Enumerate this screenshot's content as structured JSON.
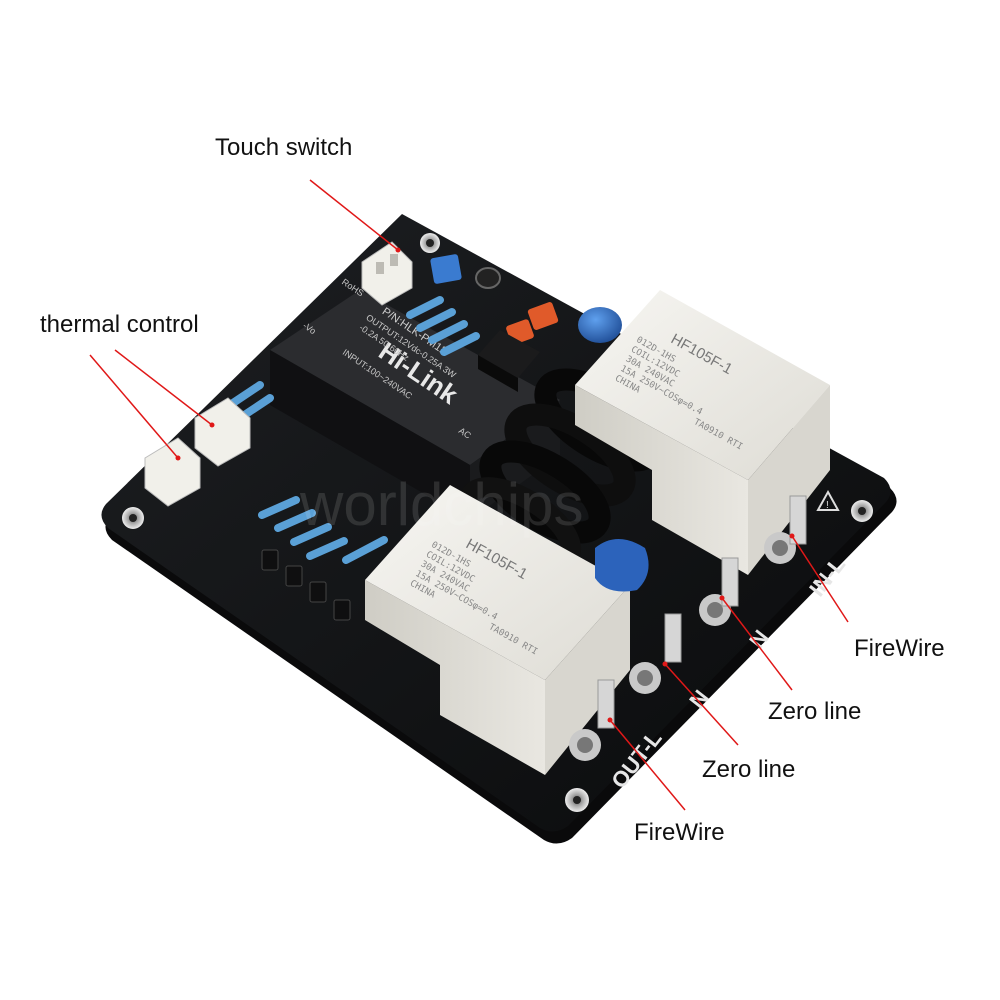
{
  "callouts": {
    "touch_switch": "Touch switch",
    "thermal_control": "thermal control",
    "firewire_right": "FireWire",
    "zero_line_right": "Zero line",
    "zero_line_mid": "Zero line",
    "firewire_bottom": "FireWire"
  },
  "silkscreen": {
    "in_l": "IN-L",
    "out_l": "OUT-L",
    "n_upper": "N",
    "n_lower": "N"
  },
  "power_module": {
    "brand": "Hi-Link",
    "part": "P/N:HLK-PM12",
    "input": "INPUT:100~240VAC",
    "output": "OUTPUT:12Vdc-0.25A 3W",
    "rating": "-0.2A 50-60Hz",
    "rohs": "RoHS",
    "ac": "AC",
    "vo": "-Vo"
  },
  "relay": {
    "model": "HF105F-1",
    "line1": "012D-1HS",
    "line2": "COIL:12VDC",
    "line3": "30A 240VAC",
    "line4": "15A 250V~COSφ=0.4",
    "line5": "CHINA",
    "line6": "TA0910 RTI"
  },
  "watermark": "worldchips",
  "colors": {
    "board": "#111214",
    "callout_line": "#e01818",
    "relay_body": "#ecebe6",
    "cap_blue": "#2f6fc0",
    "toroid": "#0c0c0c"
  }
}
